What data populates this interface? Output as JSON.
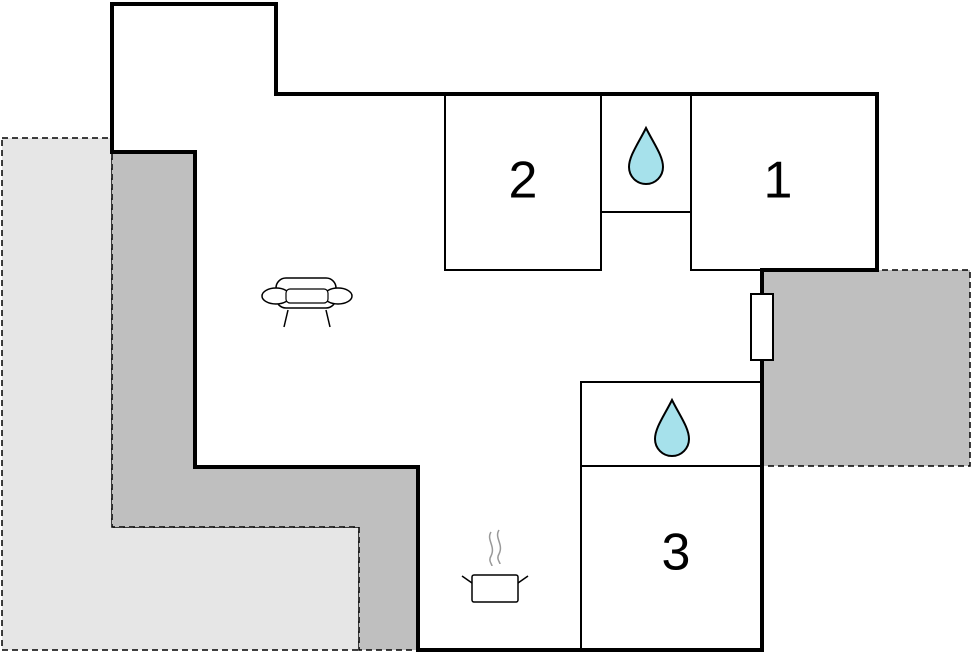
{
  "rooms": [
    {
      "id": "bedroom-1",
      "label": "1"
    },
    {
      "id": "bedroom-2",
      "label": "2"
    },
    {
      "id": "bedroom-3",
      "label": "3"
    }
  ],
  "icons": {
    "bathroom": "water-drop-icon",
    "living": "sofa-icon",
    "kitchen": "cooking-pot-icon"
  },
  "colors": {
    "wall": "#000000",
    "terrace_light": "#e6e6e6",
    "terrace_dark": "#bfbfbf",
    "water": "#a6e1eb",
    "background": "#ffffff"
  }
}
